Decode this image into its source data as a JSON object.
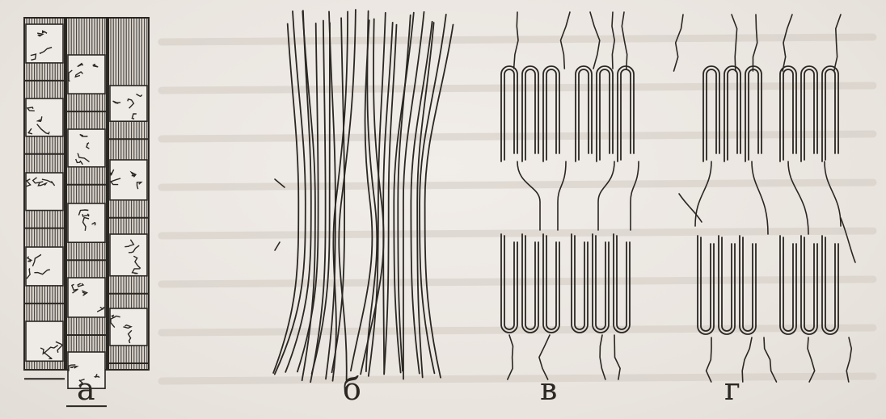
{
  "panels": [
    {
      "id": "a",
      "label": "а"
    },
    {
      "id": "b",
      "label": "б"
    },
    {
      "id": "v",
      "label": "в"
    },
    {
      "id": "g",
      "label": "г"
    }
  ],
  "colors": {
    "paper": "#ece7e2",
    "ink": "#2a2622",
    "bleed_through": "#c9c2ba"
  }
}
